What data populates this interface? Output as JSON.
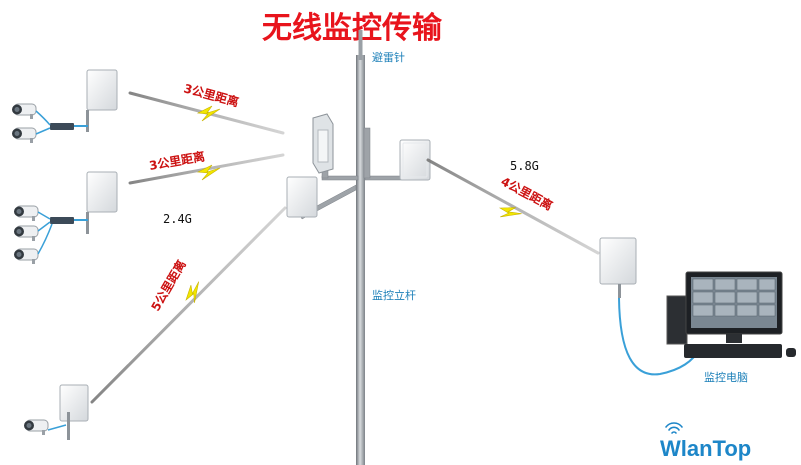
{
  "title": "无线监控传输",
  "pole_labels": {
    "lightning_rod": "避雷针",
    "monitoring_pole": "监控立杆"
  },
  "links": [
    {
      "distance_label": "3公里距离",
      "band": "2.4G"
    },
    {
      "distance_label": "3公里距离",
      "band": "2.4G"
    },
    {
      "distance_label": "5公里距离",
      "band": "2.4G"
    },
    {
      "distance_label": "4公里距离",
      "band": "5.8G"
    }
  ],
  "band_labels": {
    "low": "2.4G",
    "high": "5.8G"
  },
  "computer_label": "监控电脑",
  "brand": {
    "text": "WlanTop",
    "color": "#1d86c8"
  },
  "colors": {
    "title": "#e8141c",
    "distance_text": "#cc1111",
    "caption": "#1b7fb8",
    "lightning": "#f2e600",
    "cable": "#3aa0d8",
    "pole": "#8f949a"
  },
  "icons": [
    "antenna-panel-icon",
    "camera-icon",
    "network-switch-icon",
    "lightning-bolt-icon",
    "computer-icon",
    "wifi-signal-icon"
  ]
}
